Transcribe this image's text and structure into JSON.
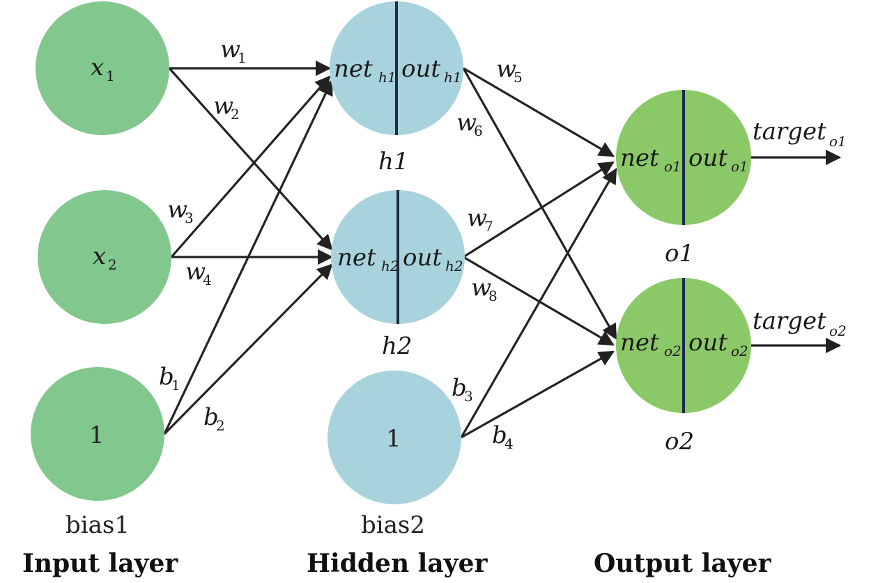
{
  "layers": {
    "input": "Input layer",
    "hidden": "Hidden layer",
    "output": "Output layer"
  },
  "nodes": {
    "x1": {
      "main": "x",
      "sub": "1"
    },
    "x2": {
      "main": "x",
      "sub": "2"
    },
    "bias1": {
      "value": "1",
      "caption": "bias1"
    },
    "h1": {
      "net": "net",
      "net_sub": "h1",
      "out": "out",
      "out_sub": "h1",
      "caption": "h1"
    },
    "h2": {
      "net": "net",
      "net_sub": "h2",
      "out": "out",
      "out_sub": "h2",
      "caption": "h2"
    },
    "bias2": {
      "value": "1",
      "caption": "bias2"
    },
    "o1": {
      "net": "net",
      "net_sub": "o1",
      "out": "out",
      "out_sub": "o1",
      "caption": "o1"
    },
    "o2": {
      "net": "net",
      "net_sub": "o2",
      "out": "out",
      "out_sub": "o2",
      "caption": "o2"
    }
  },
  "weights": {
    "w1": {
      "main": "w",
      "sub": "1"
    },
    "w2": {
      "main": "w",
      "sub": "2"
    },
    "w3": {
      "main": "w",
      "sub": "3"
    },
    "w4": {
      "main": "w",
      "sub": "4"
    },
    "w5": {
      "main": "w",
      "sub": "5"
    },
    "w6": {
      "main": "w",
      "sub": "6"
    },
    "w7": {
      "main": "w",
      "sub": "7"
    },
    "w8": {
      "main": "w",
      "sub": "8"
    },
    "b1": {
      "main": "b",
      "sub": "1"
    },
    "b2": {
      "main": "b",
      "sub": "2"
    },
    "b3": {
      "main": "b",
      "sub": "3"
    },
    "b4": {
      "main": "b",
      "sub": "4"
    }
  },
  "targets": {
    "t1": {
      "main": "target",
      "sub": "o1"
    },
    "t2": {
      "main": "target",
      "sub": "o2"
    }
  },
  "colors": {
    "input_node": "#82c78e",
    "hidden_node": "#a8d3dc",
    "output_node": "#8bc867",
    "edge": "#222222",
    "divider": "#1f2a44"
  }
}
